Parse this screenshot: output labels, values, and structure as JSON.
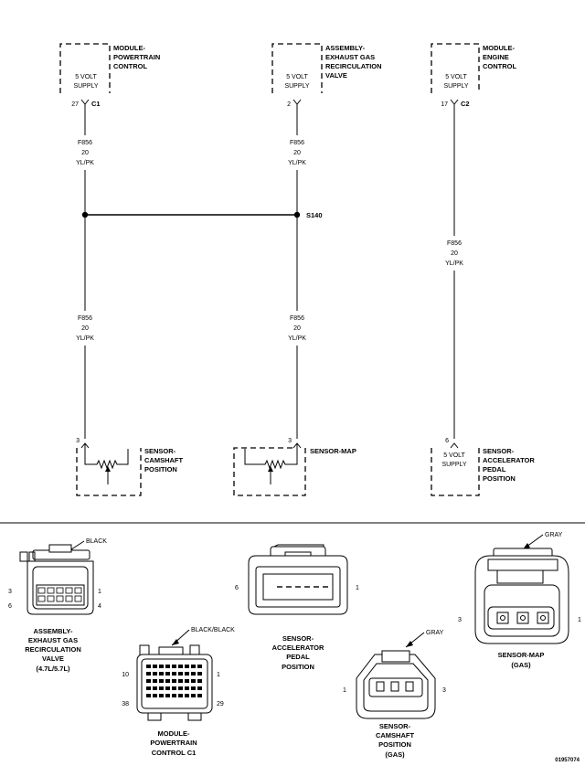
{
  "modules": {
    "pcm": {
      "title": [
        "MODULE-",
        "POWERTRAIN",
        "CONTROL"
      ],
      "supply": [
        "5 VOLT",
        "SUPPLY"
      ],
      "pin": "27",
      "connector": "C1"
    },
    "egr": {
      "title": [
        "ASSEMBLY-",
        "EXHAUST GAS",
        "RECIRCULATION",
        "VALVE"
      ],
      "supply": [
        "5 VOLT",
        "SUPPLY"
      ],
      "pin": "2"
    },
    "ecm": {
      "title": [
        "MODULE-",
        "ENGINE",
        "CONTROL"
      ],
      "supply": [
        "5 VOLT",
        "SUPPLY"
      ],
      "pin": "17",
      "connector": "C2"
    }
  },
  "wire_label": [
    "F856",
    "20",
    "YL/PK"
  ],
  "splice": "S140",
  "sensors": {
    "cmp": {
      "title": [
        "SENSOR-",
        "CAMSHAFT",
        "POSITION"
      ],
      "pin": "3"
    },
    "map": {
      "title": [
        "SENSOR-MAP"
      ],
      "pin": "3"
    },
    "app": {
      "title": [
        "SENSOR-",
        "ACCELERATOR",
        "PEDAL",
        "POSITION"
      ],
      "supply": [
        "5 VOLT",
        "SUPPLY"
      ],
      "pin": "6"
    }
  },
  "connectors": {
    "egr": {
      "color": "BLACK",
      "title": [
        "ASSEMBLY-",
        "EXHAUST GAS",
        "RECIRCULATION",
        "VALVE",
        "(4.7L/5.7L)"
      ],
      "pins": {
        "tl": "3",
        "bl": "6",
        "tr": "1",
        "br": "4"
      }
    },
    "pcm_c1": {
      "color": "BLACK/BLACK",
      "title": [
        "MODULE-",
        "POWERTRAIN",
        "CONTROL C1"
      ],
      "pins": {
        "tl": "10",
        "tr": "1",
        "bl": "38",
        "br": "29"
      }
    },
    "app": {
      "title": [
        "SENSOR-",
        "ACCELERATOR",
        "PEDAL",
        "POSITION"
      ],
      "pins": {
        "l": "6",
        "r": "1"
      }
    },
    "cmp": {
      "color": "GRAY",
      "title": [
        "SENSOR-",
        "CAMSHAFT",
        "POSITION",
        "(GAS)"
      ],
      "pins": {
        "l": "1",
        "r": "3"
      }
    },
    "map": {
      "color": "GRAY",
      "title": [
        "SENSOR-MAP",
        "(GAS)"
      ],
      "pins": {
        "l": "3",
        "r": "1"
      }
    }
  },
  "figure_id": "01957074"
}
